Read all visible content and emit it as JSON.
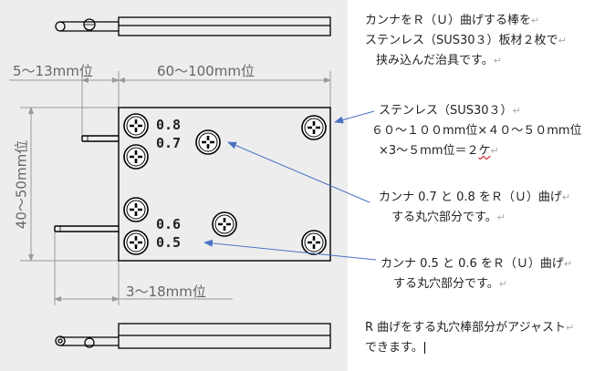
{
  "drawing": {
    "dimensions": {
      "top_left": "5～13mm位",
      "top_right": "60～100mm位",
      "left_vertical": "40～50mm位",
      "bottom": "3～18mm位"
    },
    "hole_labels": {
      "upper_first": "0.8",
      "upper_second": "0.7",
      "lower_first": "0.6",
      "lower_second": "0.5"
    }
  },
  "notes": {
    "intro": {
      "line1": "カンナをＲ（Ｕ）曲げする棒を",
      "line2": "ステンレス（SUS30３）板材２枚で",
      "line3": "挟み込んだ治具です。"
    },
    "material": {
      "line1": "ステンレス（SUS30３）",
      "line2": "６０～１００mm位×４０～５０mm位",
      "line3_pre": "×3～５mm位＝２",
      "line3_squiggle": "ケ"
    },
    "holes_upper": {
      "line1": "カンナ 0.7 と 0.8 をＲ（Ｕ）曲げ",
      "line2": "する丸穴部分です。"
    },
    "holes_lower": {
      "line1": "カンナ 0.5 と 0.6 をＲ（Ｕ）曲げ",
      "line2": "する丸穴部分です。"
    },
    "adjust": {
      "line1": "R 曲げをする丸穴棒部分がアジャスト",
      "line2": "できます。"
    },
    "paragraph_mark": "↵"
  },
  "colors": {
    "background_left": "#ededed",
    "drawing_lines": "#000000",
    "dimension_lines": "#999999",
    "callout_arrows": "#4a72c4",
    "squiggle": "#dd3333"
  }
}
